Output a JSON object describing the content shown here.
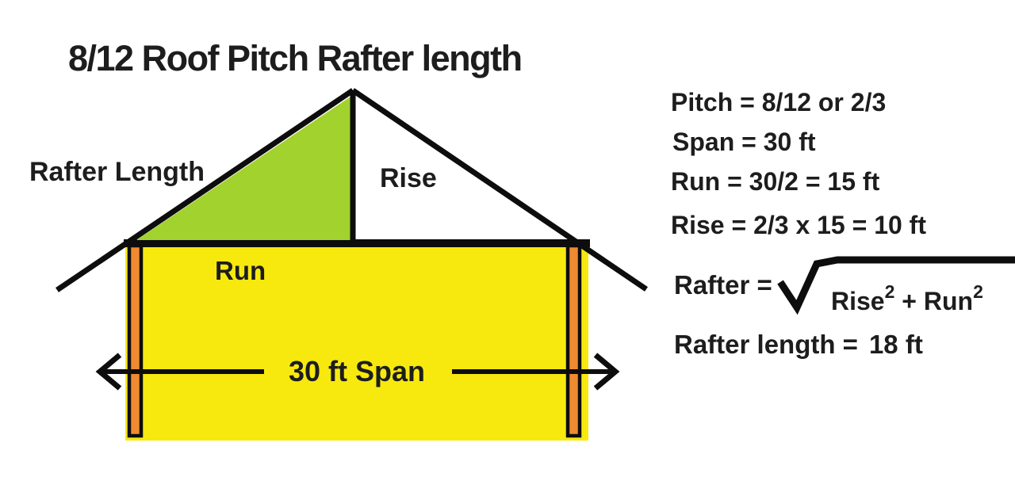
{
  "title": "8/12 Roof Pitch Rafter length",
  "colors": {
    "green": "#A1D22E",
    "yellow": "#F7E90E",
    "orange": "#EF8A30",
    "line": "#0D0D0D",
    "text": "#1D1D1D"
  },
  "house": {
    "rafter_length_label": "Rafter Length",
    "rise_label": "Rise",
    "run_label": "Run",
    "span_label": "30 ft Span"
  },
  "calc": {
    "pitch": "Pitch = 8/12 or 2/3",
    "span": "Span = 30 ft",
    "run": "Run = 30/2 = 15 ft",
    "rise": "Rise = 2/3 x 15 = 10 ft",
    "rafter_label": "Rafter =",
    "radical": {
      "base1": "Rise",
      "sup1": "2",
      "base2": " + Run",
      "sup2": "2"
    },
    "result_label": "Rafter length =",
    "result_value": "18 ft"
  }
}
